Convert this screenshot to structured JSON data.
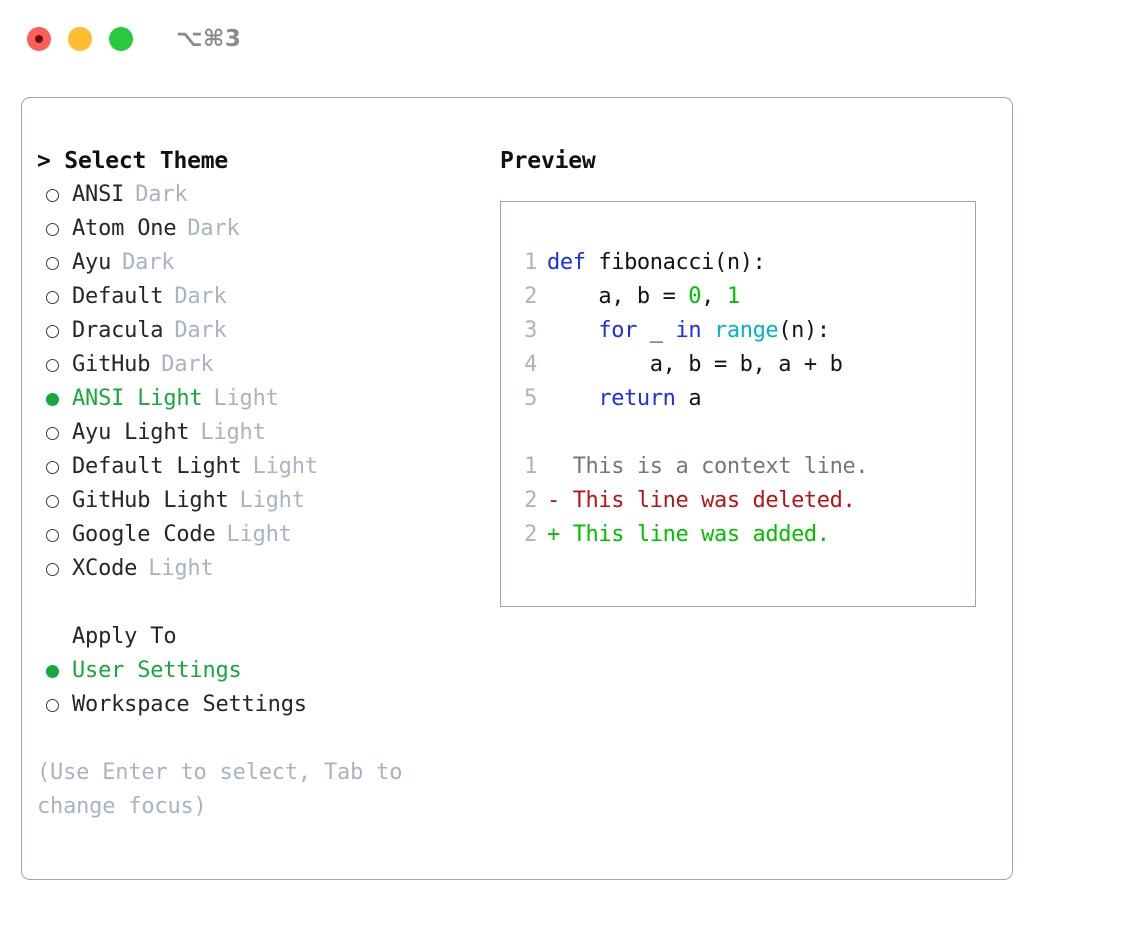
{
  "window": {
    "title": "⌥⌘3",
    "traffic_lights": [
      {
        "name": "close",
        "color": "#fb5f57"
      },
      {
        "name": "minimize",
        "color": "#fcbd2e"
      },
      {
        "name": "maximize",
        "color": "#28c93f"
      }
    ]
  },
  "theme_picker": {
    "header": "> Select Theme",
    "options": [
      {
        "label": "ANSI",
        "variant": "Dark",
        "selected": false
      },
      {
        "label": "Atom One",
        "variant": "Dark",
        "selected": false
      },
      {
        "label": "Ayu",
        "variant": "Dark",
        "selected": false
      },
      {
        "label": "Default",
        "variant": "Dark",
        "selected": false
      },
      {
        "label": "Dracula",
        "variant": "Dark",
        "selected": false
      },
      {
        "label": "GitHub",
        "variant": "Dark",
        "selected": false
      },
      {
        "label": "ANSI Light",
        "variant": "Light",
        "selected": true
      },
      {
        "label": "Ayu Light",
        "variant": "Light",
        "selected": false
      },
      {
        "label": "Default Light",
        "variant": "Light",
        "selected": false
      },
      {
        "label": "GitHub Light",
        "variant": "Light",
        "selected": false
      },
      {
        "label": "Google Code",
        "variant": "Light",
        "selected": false
      },
      {
        "label": "XCode",
        "variant": "Light",
        "selected": false
      }
    ]
  },
  "apply_to": {
    "header": "Apply To",
    "options": [
      {
        "label": "User Settings",
        "selected": true
      },
      {
        "label": "Workspace Settings",
        "selected": false
      }
    ]
  },
  "hint": "(Use Enter to select, Tab to change focus)",
  "preview": {
    "title": "Preview",
    "code_lines": [
      {
        "lineno": "1",
        "tokens": [
          {
            "text": "def",
            "style": "kw"
          },
          {
            "text": " fibonacci(n):",
            "style": "plain"
          }
        ]
      },
      {
        "lineno": "2",
        "tokens": [
          {
            "text": "    a, b = ",
            "style": "plain"
          },
          {
            "text": "0",
            "style": "num"
          },
          {
            "text": ", ",
            "style": "plain"
          },
          {
            "text": "1",
            "style": "num"
          }
        ]
      },
      {
        "lineno": "3",
        "tokens": [
          {
            "text": "    ",
            "style": "plain"
          },
          {
            "text": "for",
            "style": "kw"
          },
          {
            "text": " _ ",
            "style": "plain"
          },
          {
            "text": "in",
            "style": "kw"
          },
          {
            "text": " ",
            "style": "plain"
          },
          {
            "text": "range",
            "style": "fn"
          },
          {
            "text": "(n):",
            "style": "plain"
          }
        ]
      },
      {
        "lineno": "4",
        "tokens": [
          {
            "text": "        a, b = b, a + b",
            "style": "plain"
          }
        ]
      },
      {
        "lineno": "5",
        "tokens": [
          {
            "text": "    ",
            "style": "plain"
          },
          {
            "text": "return",
            "style": "kw"
          },
          {
            "text": " a",
            "style": "plain"
          }
        ]
      }
    ],
    "diff_lines": [
      {
        "lineno": "1",
        "marker": " ",
        "text": " This is a context line.",
        "style": "ctx"
      },
      {
        "lineno": "2",
        "marker": "-",
        "text": " This line was deleted.",
        "style": "del"
      },
      {
        "lineno": "2",
        "marker": "+",
        "text": " This line was added.",
        "style": "add"
      }
    ]
  },
  "colors": {
    "accent_green": "#17a93a",
    "muted": "#a9b3c1",
    "border": "#9aa6b5",
    "keyword_blue": "#1a2ef0",
    "function_cyan": "#00b6c6",
    "number_green": "#00c000",
    "diff_deleted": "#b81414",
    "diff_added": "#00c000",
    "diff_context": "#6f7880",
    "text": "#141414"
  }
}
